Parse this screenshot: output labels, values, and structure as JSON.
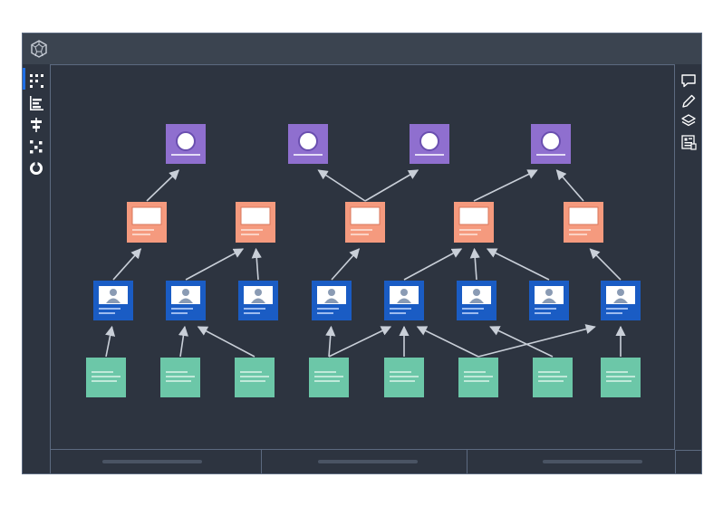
{
  "titlebar": {
    "logo_icon": "hexagon-logo-icon"
  },
  "left_rail": {
    "items": [
      {
        "name": "dashboard-grid-icon",
        "active": true
      },
      {
        "name": "bar-chart-icon",
        "active": false
      },
      {
        "name": "align-center-icon",
        "active": false
      },
      {
        "name": "scatter-nodes-icon",
        "active": false
      },
      {
        "name": "cycle-icon",
        "active": false
      }
    ]
  },
  "right_rail": {
    "items": [
      {
        "name": "comment-icon"
      },
      {
        "name": "pencil-icon"
      },
      {
        "name": "layers-icon"
      },
      {
        "name": "report-icon"
      }
    ]
  },
  "colors": {
    "background": "#2d3440",
    "frame": "#5c6a80",
    "accent": "#1f6fe5",
    "tier_top": "#8f6fcf",
    "tier_card": "#f59a7e",
    "tier_profile": "#1a5cc4",
    "tier_doc": "#6cc7a8",
    "arrow": "#c9cfd8"
  },
  "diagram": {
    "levels": [
      {
        "tier": "top",
        "count": 4
      },
      {
        "tier": "card",
        "count": 5
      },
      {
        "tier": "profile",
        "count": 8
      },
      {
        "tier": "doc",
        "count": 8
      }
    ],
    "edges": [
      [
        "card-1",
        "top-1"
      ],
      [
        "card-3",
        "top-2"
      ],
      [
        "card-3",
        "top-3"
      ],
      [
        "card-4",
        "top-4"
      ],
      [
        "card-5",
        "top-4"
      ],
      [
        "profile-1",
        "card-1"
      ],
      [
        "profile-2",
        "card-2"
      ],
      [
        "profile-3",
        "card-2"
      ],
      [
        "profile-4",
        "card-3"
      ],
      [
        "profile-5",
        "card-4"
      ],
      [
        "profile-6",
        "card-4"
      ],
      [
        "profile-7",
        "card-4"
      ],
      [
        "profile-8",
        "card-5"
      ],
      [
        "doc-1",
        "profile-1"
      ],
      [
        "doc-2",
        "profile-2"
      ],
      [
        "doc-3",
        "profile-2"
      ],
      [
        "doc-4",
        "profile-4"
      ],
      [
        "doc-4",
        "profile-5"
      ],
      [
        "doc-5",
        "profile-5"
      ],
      [
        "doc-6",
        "profile-5"
      ],
      [
        "doc-6",
        "profile-8"
      ],
      [
        "doc-7",
        "profile-6"
      ],
      [
        "doc-8",
        "profile-8"
      ]
    ]
  },
  "bottom_bar": {
    "panels": 3
  }
}
